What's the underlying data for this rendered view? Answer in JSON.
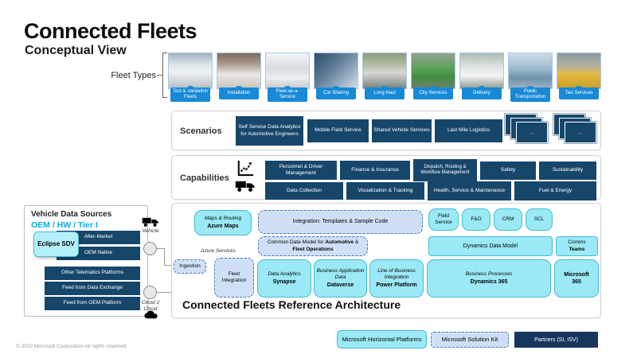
{
  "header": {
    "title": "Connected Fleets",
    "subtitle": "Conceptual View"
  },
  "fleet": {
    "label": "Fleet Types",
    "items": [
      {
        "label": "Test & Validation Fleets",
        "photo": "snow-test-car-photo"
      },
      {
        "label": "Installation",
        "photo": "white-van-photo"
      },
      {
        "label": "Fleet-as-a-Service",
        "photo": "van-fleet-photo"
      },
      {
        "label": "Car Sharing",
        "photo": "driver-smartphone-photo"
      },
      {
        "label": "Long Haul",
        "photo": "tanker-truck-photo"
      },
      {
        "label": "City Services",
        "photo": "garbage-truck-photo"
      },
      {
        "label": "Delivery",
        "photo": "delivery-van-photo"
      },
      {
        "label": "Public Transportation",
        "photo": "city-bus-photo"
      },
      {
        "label": "Taxi Services",
        "photo": "yellow-taxi-photo"
      }
    ]
  },
  "scenarios": {
    "label": "Scenarios",
    "items": [
      "Self Service Data Analytics for Automotive  Engineers",
      "Mobile Field Service",
      "Shared Vehicle Services",
      "Last Mile Logistics"
    ],
    "stack_label": "..."
  },
  "capabilities": {
    "label": "Capabilities",
    "icons": [
      "line-chart-icon",
      "truck-icon"
    ],
    "row1": [
      "Personnel & Driver Management",
      "Finance  & Insurance",
      "Dispatch,  Routing  & Workflow  Management",
      "Safety",
      "Sustainability"
    ],
    "row2": [
      "Data Collection",
      "Visualization  &  Tracking",
      "Health, Service & Maintenance",
      "Fuel  &  Energy"
    ]
  },
  "vds": {
    "title": "Vehicle Data Sources",
    "subtitle": "OEM / HW / Tier I",
    "eclipse": "Eclipse SDV",
    "group1": [
      "After-Market",
      "OEM Native"
    ],
    "group2": [
      "Other Telematics  Platforms",
      "Feed from Data  Exchange",
      "Feed from  OEM Platform"
    ],
    "vehicle_label": "Vehicle",
    "cloud_label": "Cloud 2 Cloud"
  },
  "arch": {
    "azure_services": "Azure Services",
    "maps": {
      "l1": "Maps & Routing",
      "l2": "Azure Maps"
    },
    "integration": "Integration:  Templates  &  Sample  Code",
    "apps": [
      "Field Service",
      "F&O",
      "CRM",
      "SCL"
    ],
    "cdm": {
      "p1": "Common Data Model for ",
      "b1": "Automotive",
      "p2": " &",
      "b2": "Fleet Operations"
    },
    "ddm": "Dynamics  Data Model",
    "comms": {
      "l1": "Comms",
      "l2": "Teams"
    },
    "ingestion": "Ingestion",
    "fleet_integration": "Fleet Integration",
    "synapse": {
      "l1": "Data Analytics",
      "l2": "Synapse"
    },
    "dataverse": {
      "l1": "Business Application  Data",
      "l2": "Dataverse"
    },
    "power": {
      "l1": "Line of Business Integration",
      "l2": "Power Platform"
    },
    "d365": {
      "l1": "Business  Processes",
      "l2": "Dynamics 365"
    },
    "m365": "Microsoft 365",
    "title": "Connected Fleets Reference Architecture"
  },
  "legend": {
    "platforms": "Microsoft Horizontal Platforms",
    "kit": "Microsoft Solution Kit",
    "partners": "Partners  (SI, ISV)"
  },
  "footer": {
    "copyright": "© 2022 Microsoft Corporation All rights reserved."
  },
  "colors": {
    "navy": "#17466b",
    "bright_blue": "#1789d6",
    "cyan_fill": "#9be9f6",
    "cyan_border": "#43bcd7",
    "dashed_fill": "#cfe0f6",
    "dashed_border": "#4472c4",
    "partners_navy": "#17365d",
    "tier_label_blue": "#00aeef"
  }
}
